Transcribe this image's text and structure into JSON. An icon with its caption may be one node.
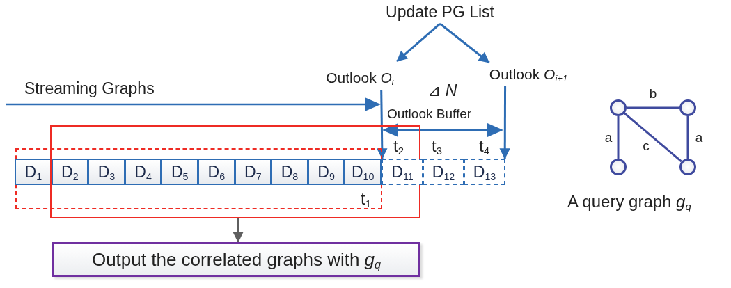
{
  "diagram": {
    "nodes": [
      {
        "text": [
          "Update PG List"
        ]
      },
      {
        "text": [
          "Outlook *O*$_{i}$"
        ]
      },
      {
        "text": [
          "Outlook *O*$_{i+1}$"
        ]
      },
      {
        "text": [
          "t$_{1}$"
        ]
      },
      {
        "text": [],
        "shape": "box"
      },
      {
        "text": [
          "D$_{1}$"
        ],
        "in": 3
      },
      {
        "text": [
          "D$_{2}$"
        ],
        "in": 3
      },
      {
        "text": [
          "D$_{3}$"
        ],
        "in": 3
      },
      {
        "text": [
          "D$_{4}$"
        ],
        "in": 3
      },
      {
        "text": [
          "D$_{5}$"
        ],
        "in": 3
      },
      {
        "text": [
          "D$_{6}$"
        ],
        "in": 3
      },
      {
        "text": [
          "D$_{7}$"
        ],
        "in": 3
      },
      {
        "text": [
          "D$_{8}$"
        ],
        "in": 3
      },
      {
        "text": [
          "D$_{9}$"
        ],
        "in": 3
      },
      {
        "text": [
          "D$_{10}$"
        ],
        "in": 3
      },
      {
        "text": [
          "D$_{11}$"
        ],
        "in": 4
      },
      {
        "text": [
          "D$_{12}$"
        ]
      },
      {
        "text": [
          "D$_{13}$"
        ]
      },
      {
        "text": [
          "Output the correlated graphs with *g*$_{q}$"
        ]
      },
      {
        "text": [],
        "shape": "circle"
      },
      {
        "text": [],
        "shape": "circle"
      },
      {
        "text": [],
        "shape": "circle"
      },
      {
        "text": [],
        "shape": "circle"
      }
    ],
    "edges": [
      {
        "from": 0,
        "to": 1,
        "arrow": "to",
        "color": "#2e6db4"
      },
      {
        "from": 0,
        "to": 2,
        "arrow": "to",
        "color": "#2e6db4"
      },
      {
        "from": 1,
        "to": 15,
        "arrow": "to",
        "color": "#2e6db4"
      },
      {
        "from": 2,
        "to": 17,
        "arrow": "to",
        "color": "#2e6db4"
      },
      {
        "from": 4,
        "to": 18,
        "arrow": "to",
        "color": "#5f5f5f"
      },
      {
        "from": 19,
        "to": 20,
        "label": "b",
        "arrow": "none",
        "color": "#3f4a9e"
      },
      {
        "from": 19,
        "to": 21,
        "label": "a",
        "arrow": "none",
        "color": "#3f4a9e"
      },
      {
        "from": 19,
        "to": 22,
        "label": "c",
        "arrow": "none",
        "color": "#3f4a9e"
      },
      {
        "from": 20,
        "to": 22,
        "label": "a",
        "arrow": "none",
        "color": "#3f4a9e"
      }
    ],
    "labels": [
      "Streaming Graphs",
      "⊿ *N*",
      "Outlook Buffer",
      "t$_{2}$",
      "t$_{3}$",
      "t$_{4}$",
      "A query graph *g*$_{q}$"
    ]
  }
}
